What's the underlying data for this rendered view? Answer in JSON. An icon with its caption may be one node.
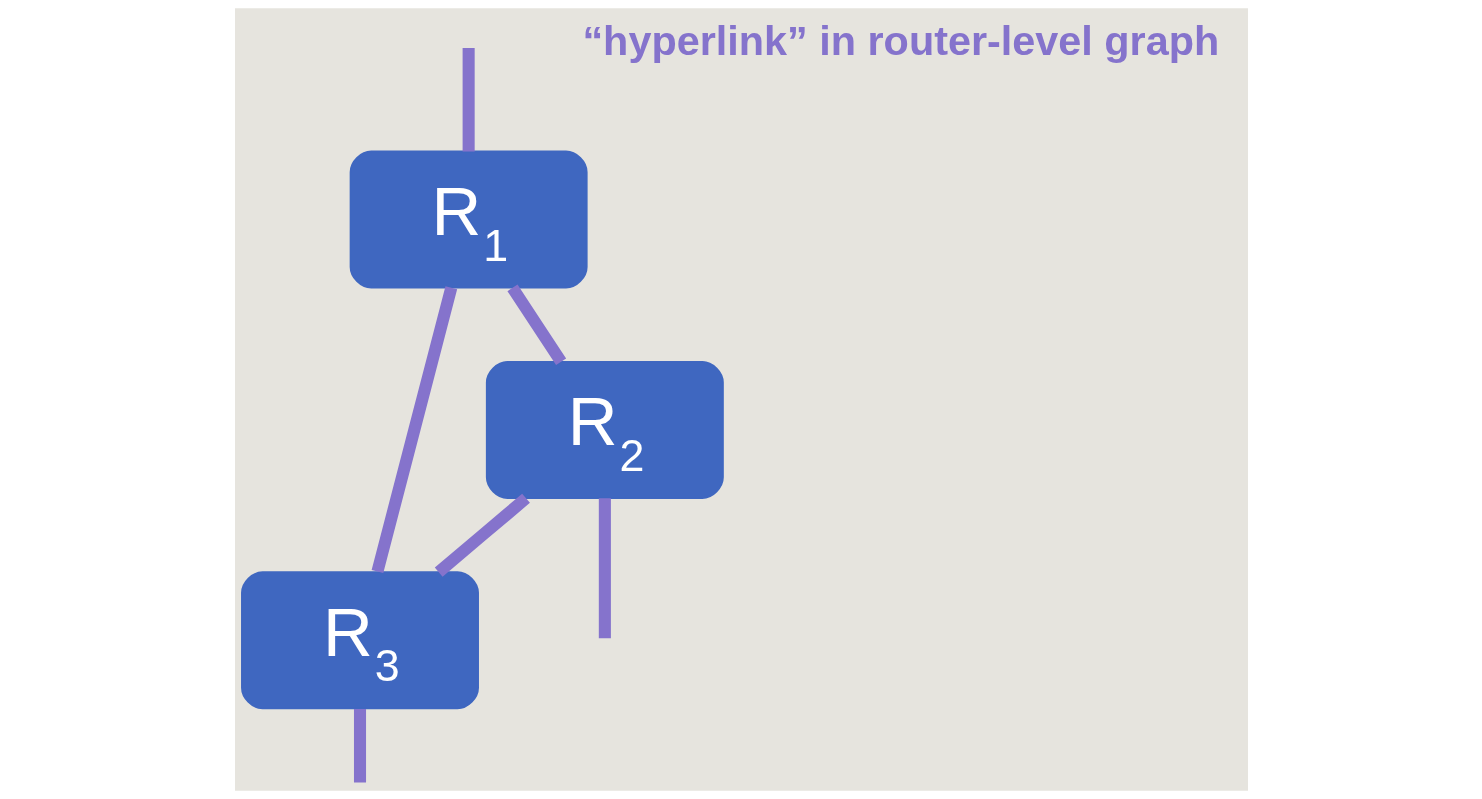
{
  "diagram": {
    "nodes": [
      {
        "text": [
          "R$_{1}$"
        ]
      },
      {
        "text": [
          "R$_{2}$"
        ]
      },
      {
        "text": [
          "R$_{3}$"
        ]
      }
    ],
    "edges": [
      {
        "from": null,
        "to": 0,
        "arrow": "none"
      },
      {
        "from": 0,
        "to": 2,
        "arrow": "none"
      },
      {
        "from": 0,
        "to": 1,
        "arrow": "none"
      },
      {
        "from": 1,
        "to": 2,
        "arrow": "none"
      },
      {
        "from": 1,
        "to": null,
        "arrow": "none"
      },
      {
        "from": 2,
        "to": null,
        "arrow": "none"
      }
    ],
    "labels": [
      "“hyperlink” in router-level graph"
    ]
  }
}
